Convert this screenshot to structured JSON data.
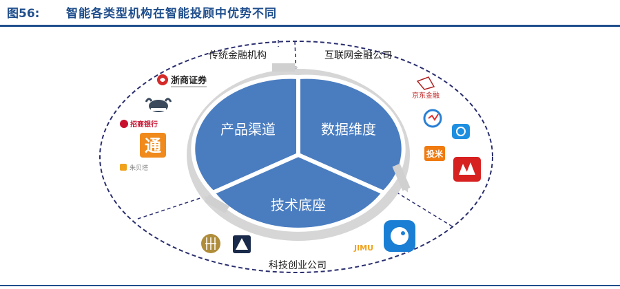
{
  "header": {
    "figure_number": "图56:",
    "title": "智能各类型机构在智能投顾中优势不同"
  },
  "diagram": {
    "segments": {
      "product": "产品渠道",
      "data": "数据维度",
      "tech": "技术底座"
    },
    "groups": {
      "traditional": "传统金融机构",
      "internet": "互联网金融公司",
      "fintech": "科技创业公司"
    },
    "colors": {
      "segment_fill": "#4a7dc0",
      "ring": "#d4d4d4",
      "dash": "#2a2e6e"
    }
  },
  "logos": {
    "zheshang": "浙商证券",
    "cmb": "招商银行",
    "tong": "通",
    "zhu": "朱贝塔",
    "jd": "京东金融",
    "touwu": "投米",
    "jimu": "JIMU"
  }
}
